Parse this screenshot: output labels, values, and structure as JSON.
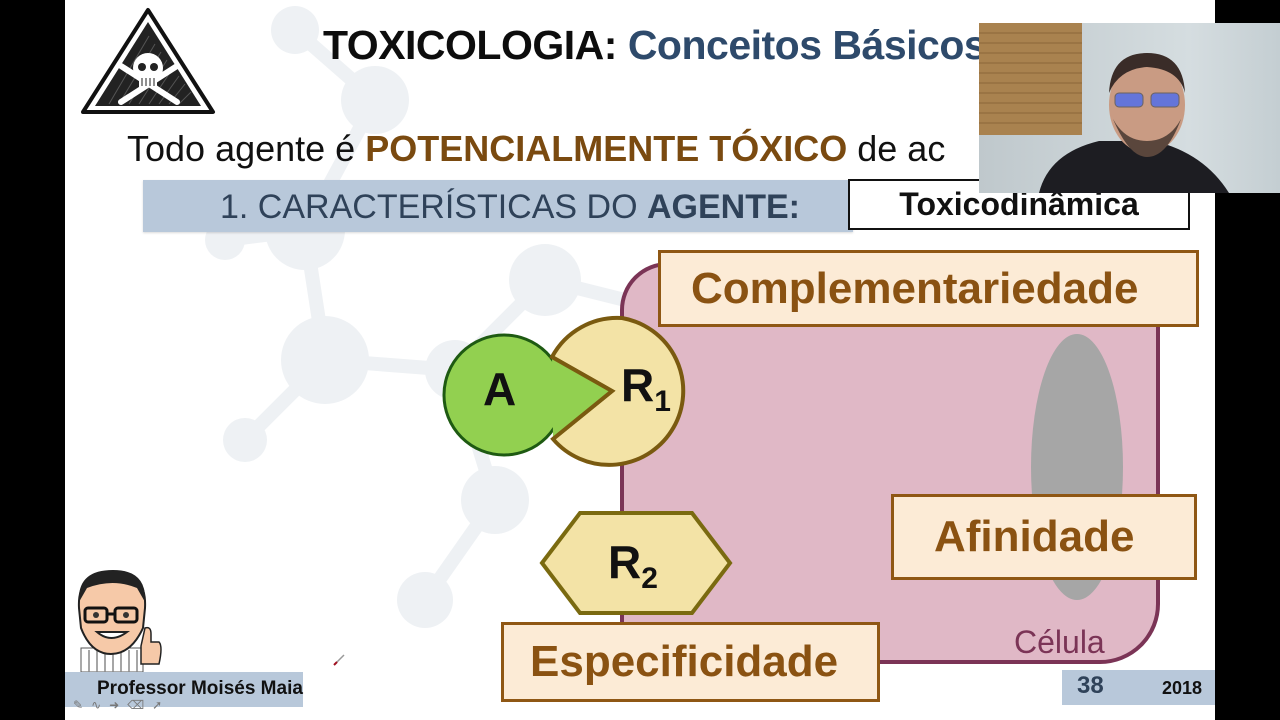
{
  "slide": {
    "title_bold": "TOXICOLOGIA:",
    "title_accent": "Conceitos Básicos",
    "subtitle_prefix": "Todo agente é",
    "subtitle_emphasis": "POTENCIALMENTE TÓXICO",
    "subtitle_suffix": "de ac",
    "section_number": "1. CARACTERÍSTICAS DO",
    "section_bold": "AGENTE:",
    "section_tag": "Toxicodinâmica",
    "diagram": {
      "agent_label": "A",
      "receptor1_label": "R",
      "receptor1_sub": "1",
      "receptor2_label": "R",
      "receptor2_sub": "2",
      "cell_label": "Célula",
      "concept_complementarity": "Complementariedade",
      "concept_affinity": "Afinidade",
      "concept_specificity": "Especificidade"
    },
    "footer": {
      "presenter_name": "Professor Moisés Maia",
      "page_number": "38",
      "year": "2018"
    },
    "pen_tools": [
      "pen-icon",
      "squiggle-icon",
      "arrow-icon",
      "eraser-icon",
      "pointer-icon"
    ],
    "colors": {
      "title_accent": "#2e4a6b",
      "emphasis_brown": "#7a4a10",
      "section_bar": "#b8c8da",
      "cell_fill": "#e0b8c6",
      "cell_border": "#7b3456",
      "agent_green": "#92d050",
      "receptor_yellow": "#f3e3a6",
      "label_fill": "#fcebd6",
      "label_border": "#8f5714"
    }
  },
  "webcam": {
    "description": "presenter webcam overlay"
  }
}
